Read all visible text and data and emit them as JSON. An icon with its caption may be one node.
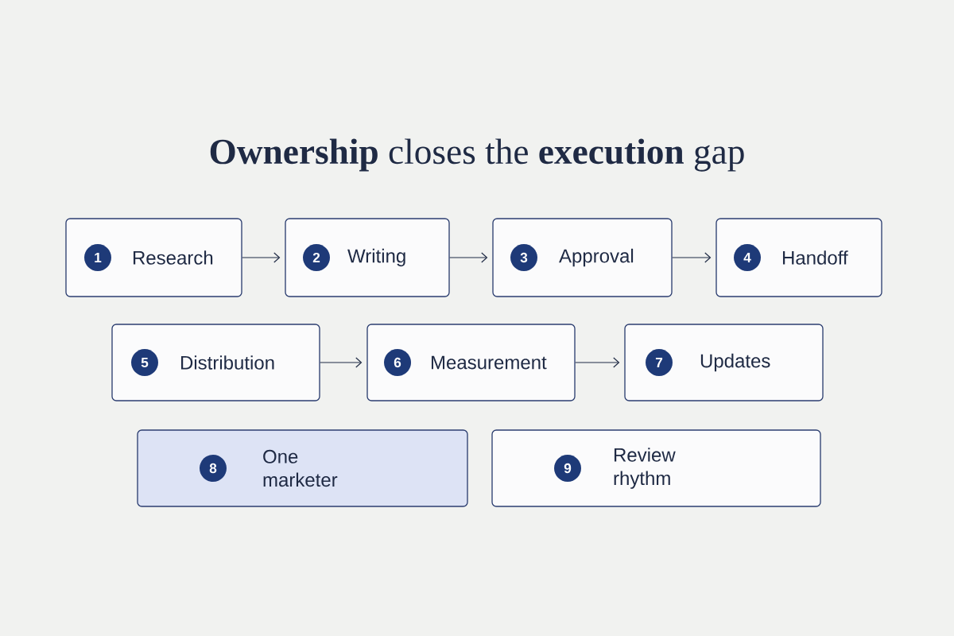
{
  "diagram": {
    "title": "**Ownership** closes the **execution** gap",
    "nodes": [
      {
        "text": [
          "1",
          "Research"
        ]
      },
      {
        "text": [
          "2",
          "Writing"
        ]
      },
      {
        "text": [
          "3",
          "Approval"
        ]
      },
      {
        "text": [
          "4",
          "Handoff"
        ]
      },
      {
        "text": [
          "5",
          "Distribution"
        ]
      },
      {
        "text": [
          "6",
          "Measurement"
        ]
      },
      {
        "text": [
          "7",
          "Updates"
        ]
      },
      {
        "text": [
          "8",
          "One marketer"
        ]
      },
      {
        "text": [
          "9",
          "Review rhythm"
        ]
      }
    ],
    "edges": [
      {
        "from": 0,
        "to": 1,
        "arrow": "to"
      },
      {
        "from": 1,
        "to": 2,
        "arrow": "to"
      },
      {
        "from": 2,
        "to": 3,
        "arrow": "to"
      },
      {
        "from": 4,
        "to": 5,
        "arrow": "to"
      },
      {
        "from": 5,
        "to": 6,
        "arrow": "to"
      }
    ]
  }
}
